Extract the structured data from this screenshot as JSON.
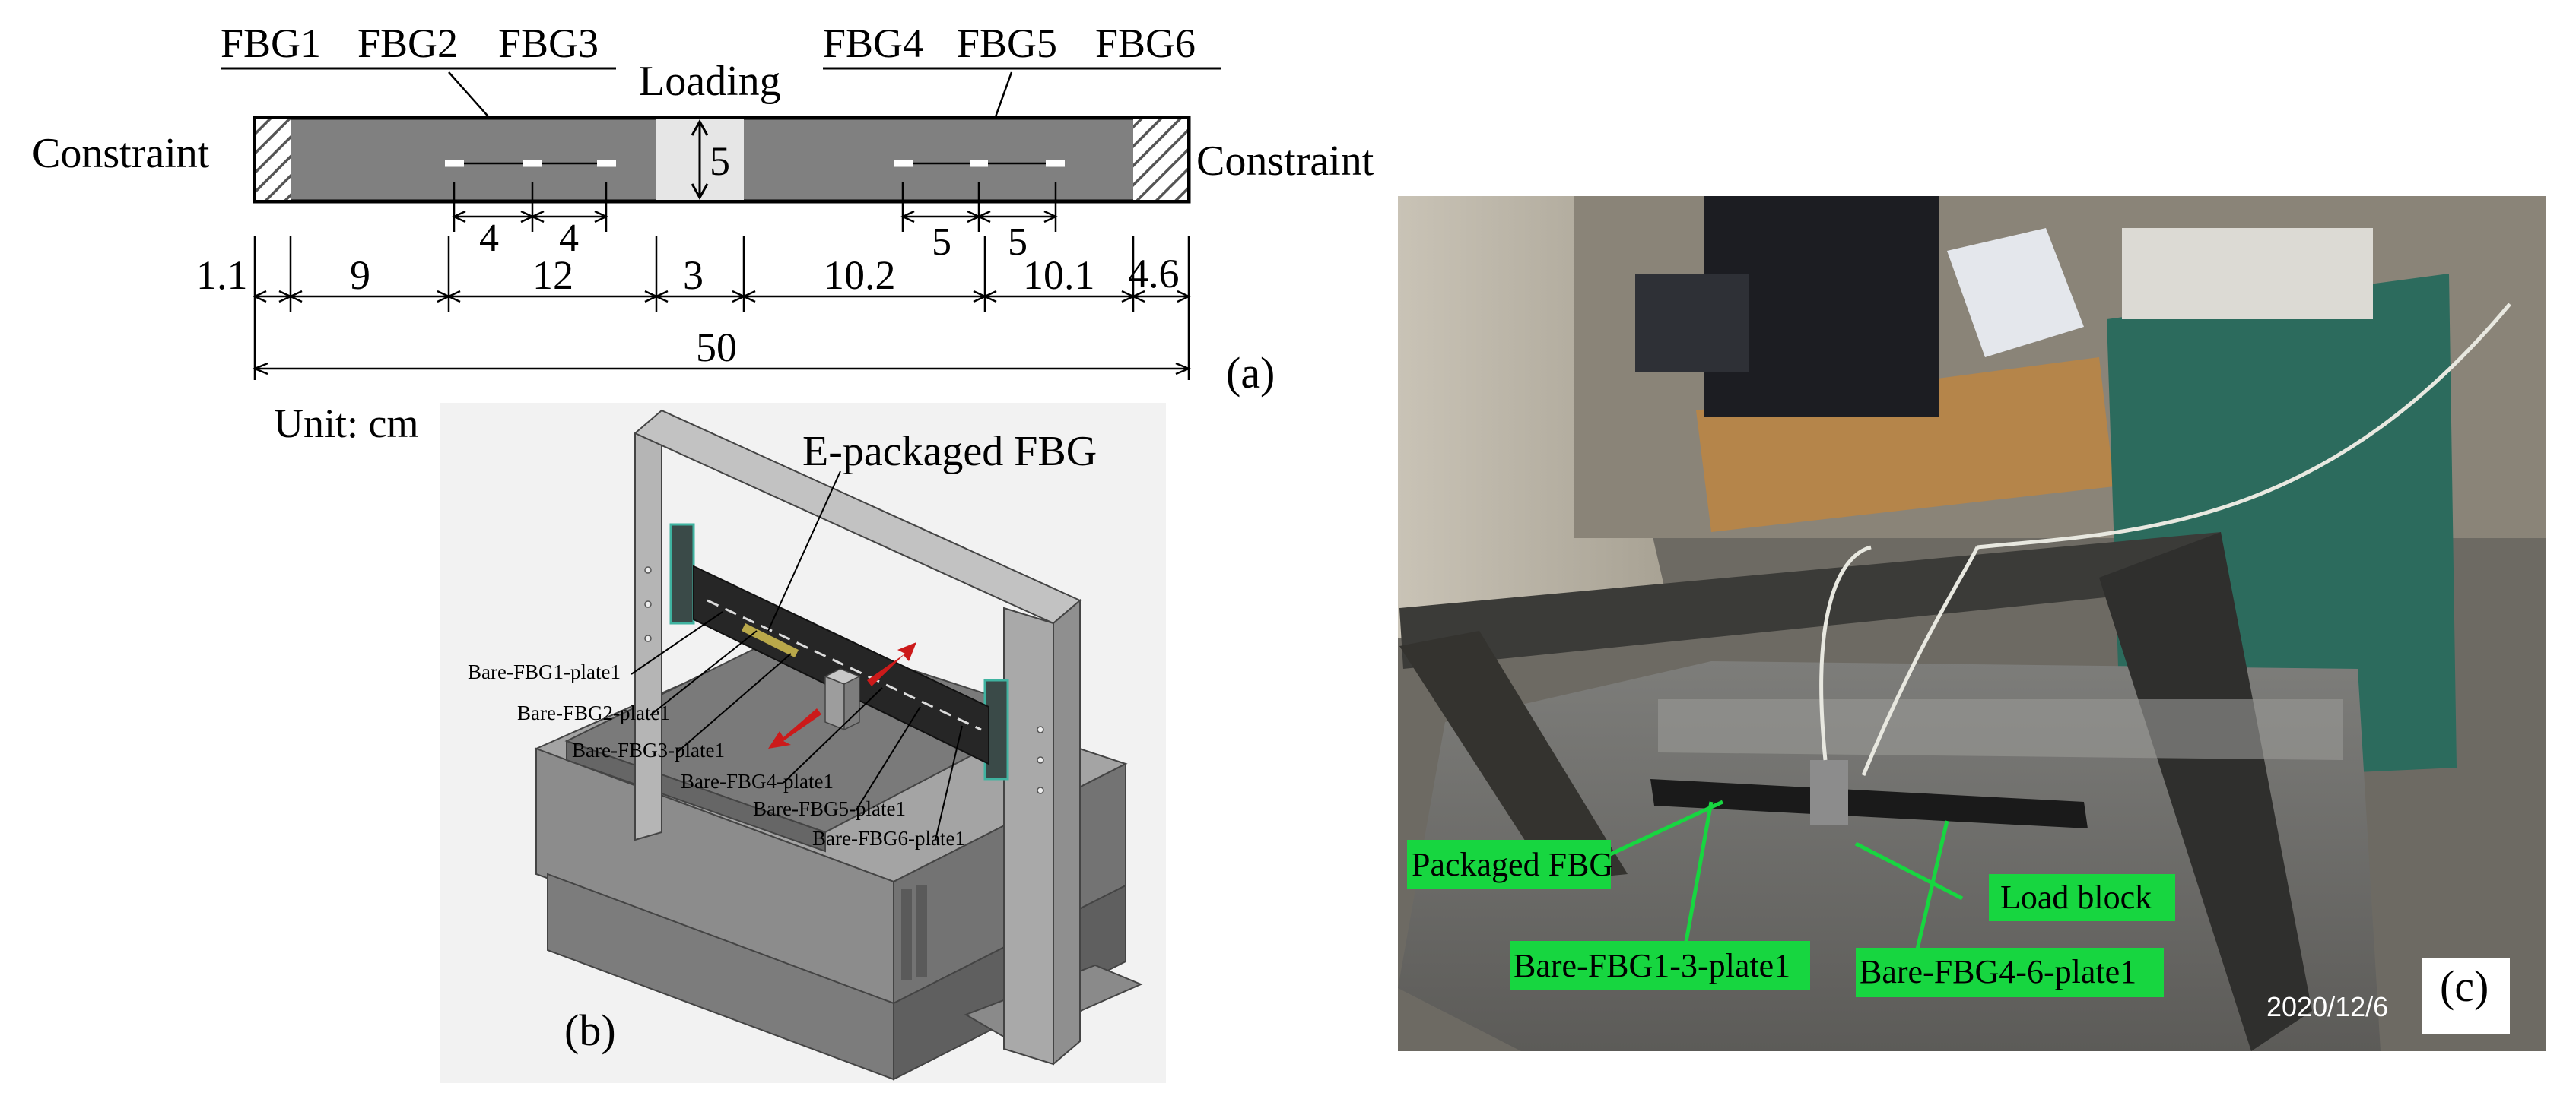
{
  "panel_a": {
    "sensor_labels": [
      "FBG1",
      "FBG2",
      "FBG3",
      "FBG4",
      "FBG5",
      "FBG6"
    ],
    "loading_label": "Loading",
    "constraint_left": "Constraint",
    "constraint_right": "Constraint",
    "load_width": "5",
    "sensor_spacing": [
      "4",
      "4",
      "5",
      "5"
    ],
    "segments": [
      "1.1",
      "9",
      "12",
      "3",
      "10.2",
      "10.1",
      "4.6"
    ],
    "total_length": "50",
    "unit_text": "Unit: cm",
    "panel_label": "(a)",
    "colors": {
      "beam": "#808080",
      "load_zone": "#e6e6e6",
      "hatch": "#555555",
      "sensor": "#ffffff"
    }
  },
  "panel_b": {
    "callout_packaged": "E-packaged FBG",
    "bare_labels": [
      "Bare-FBG1-plate1",
      "Bare-FBG2-plate1",
      "Bare-FBG3-plate1",
      "Bare-FBG4-plate1",
      "Bare-FBG5-plate1",
      "Bare-FBG6-plate1"
    ],
    "panel_label": "(b)",
    "colors": {
      "body": "#9a9a9a",
      "beam": "#2a2a2a",
      "arrow": "#cc1a1a",
      "background": "#f2f2f2"
    }
  },
  "panel_c": {
    "labels": [
      "Packaged FBG",
      "Load block",
      "Bare-FBG1-3-plate1",
      "Bare-FBG4-6-plate1"
    ],
    "timestamp": "2020/12/6",
    "panel_label": "(c)",
    "colors": {
      "label_bg": "#17d640",
      "label_text": "#000000",
      "leader": "#17d640"
    }
  }
}
